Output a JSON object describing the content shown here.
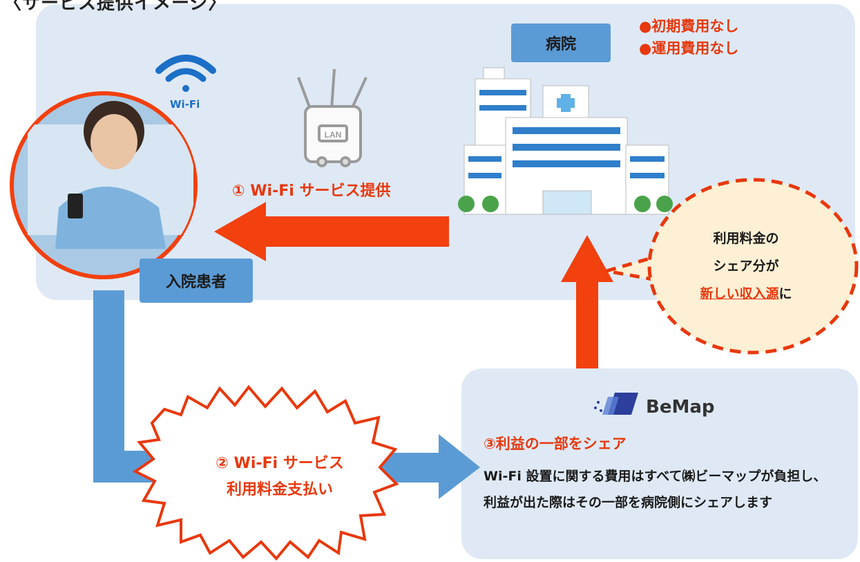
{
  "header": {
    "title": "〈サービス提供イメージ〉"
  },
  "hospital": {
    "label": "病院",
    "notes": [
      "●初期費用なし",
      "●運用費用なし"
    ]
  },
  "patient": {
    "label": "入院患者"
  },
  "wifi": {
    "caption": "Wi-Fi",
    "router_label": "LAN"
  },
  "flows": {
    "step1": "①  Wi-Fi サービス提供",
    "step2_line1": "②  Wi-Fi サービス",
    "step2_line2": "利用料金支払い"
  },
  "callout": {
    "line1": "利用料金の",
    "line2": "シェア分が",
    "highlight": "新しい収入源",
    "suffix": "に"
  },
  "bemap": {
    "name": "BeMap",
    "step3_title": "③利益の一部をシェア",
    "description": "Wi-Fi  設置に関する費用はすべて㈱ビーマップが負担し、利益が出た際はその一部を病院側にシェアします"
  },
  "colors": {
    "panel_bg": "#dfe9f5",
    "label_blue": "#5b9bd5",
    "accent_red": "#e8380d",
    "flow_blue": "#5b9bd5",
    "callout_fill": "#fdf0d4"
  }
}
